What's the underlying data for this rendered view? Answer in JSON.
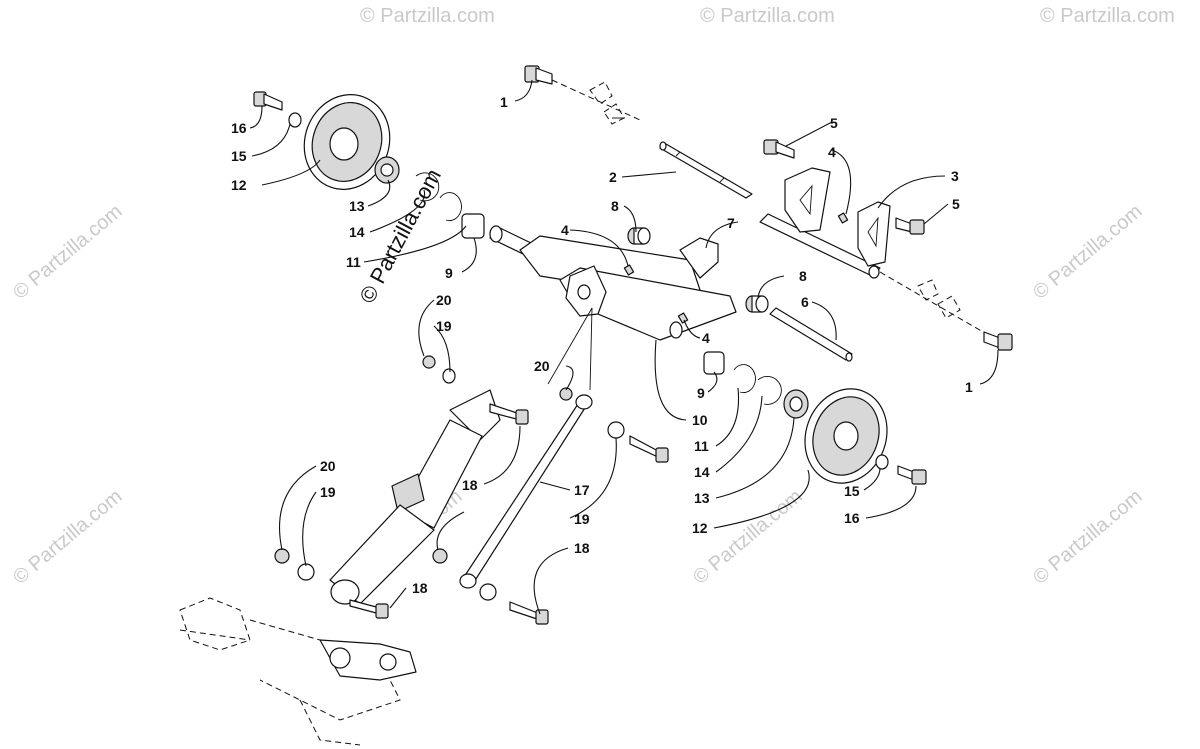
{
  "watermark": {
    "main_text": "© Partzilla.com",
    "faint_text": "© Partzilla.com"
  },
  "callouts": [
    {
      "id": "c1a",
      "label": "1"
    },
    {
      "id": "c1b",
      "label": "1"
    },
    {
      "id": "c2",
      "label": "2"
    },
    {
      "id": "c3",
      "label": "3"
    },
    {
      "id": "c4a",
      "label": "4"
    },
    {
      "id": "c4b",
      "label": "4"
    },
    {
      "id": "c4c",
      "label": "4"
    },
    {
      "id": "c5a",
      "label": "5"
    },
    {
      "id": "c5b",
      "label": "5"
    },
    {
      "id": "c6",
      "label": "6"
    },
    {
      "id": "c7",
      "label": "7"
    },
    {
      "id": "c8a",
      "label": "8"
    },
    {
      "id": "c8b",
      "label": "8"
    },
    {
      "id": "c9a",
      "label": "9"
    },
    {
      "id": "c9b",
      "label": "9"
    },
    {
      "id": "c10",
      "label": "10"
    },
    {
      "id": "c11a",
      "label": "11"
    },
    {
      "id": "c11b",
      "label": "11"
    },
    {
      "id": "c12a",
      "label": "12"
    },
    {
      "id": "c12b",
      "label": "12"
    },
    {
      "id": "c13a",
      "label": "13"
    },
    {
      "id": "c13b",
      "label": "13"
    },
    {
      "id": "c14a",
      "label": "14"
    },
    {
      "id": "c14b",
      "label": "14"
    },
    {
      "id": "c15a",
      "label": "15"
    },
    {
      "id": "c15b",
      "label": "15"
    },
    {
      "id": "c16a",
      "label": "16"
    },
    {
      "id": "c16b",
      "label": "16"
    },
    {
      "id": "c17",
      "label": "17"
    },
    {
      "id": "c18a",
      "label": "18"
    },
    {
      "id": "c18b",
      "label": "18"
    },
    {
      "id": "c18c",
      "label": "18"
    },
    {
      "id": "c19a",
      "label": "19"
    },
    {
      "id": "c19b",
      "label": "19"
    },
    {
      "id": "c19c",
      "label": "19"
    },
    {
      "id": "c20a",
      "label": "20"
    },
    {
      "id": "c20b",
      "label": "20"
    },
    {
      "id": "c20c",
      "label": "20"
    }
  ]
}
